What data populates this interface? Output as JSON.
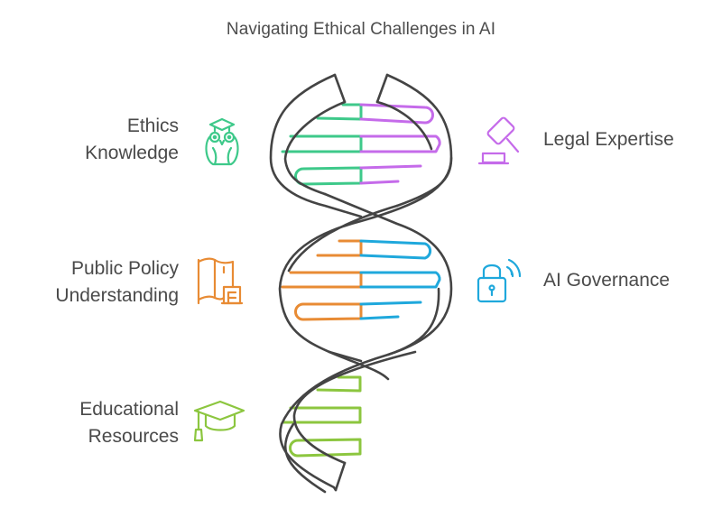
{
  "title": "Navigating Ethical Challenges in AI",
  "colors": {
    "helix": "#444444",
    "ethics": "#3ec98a",
    "legal": "#c56bea",
    "policy": "#e88b34",
    "governance": "#1fa8dc",
    "education": "#8cc63f",
    "text": "#4a4a4a"
  },
  "items": [
    {
      "id": "ethics",
      "line1": "Ethics",
      "line2": "Knowledge",
      "side": "left",
      "icon": "owl-graduate-icon",
      "color": "#3ec98a"
    },
    {
      "id": "legal",
      "line1": "Legal Expertise",
      "side": "right",
      "icon": "gavel-icon",
      "color": "#c56bea"
    },
    {
      "id": "policy",
      "line1": "Public Policy",
      "line2": "Understanding",
      "side": "left",
      "icon": "flag-document-icon",
      "color": "#e88b34"
    },
    {
      "id": "governance",
      "line1": "AI Governance",
      "side": "right",
      "icon": "wireless-lock-icon",
      "color": "#1fa8dc"
    },
    {
      "id": "education",
      "line1": "Educational",
      "line2": "Resources",
      "side": "left",
      "icon": "graduation-cap-icon",
      "color": "#8cc63f"
    }
  ]
}
